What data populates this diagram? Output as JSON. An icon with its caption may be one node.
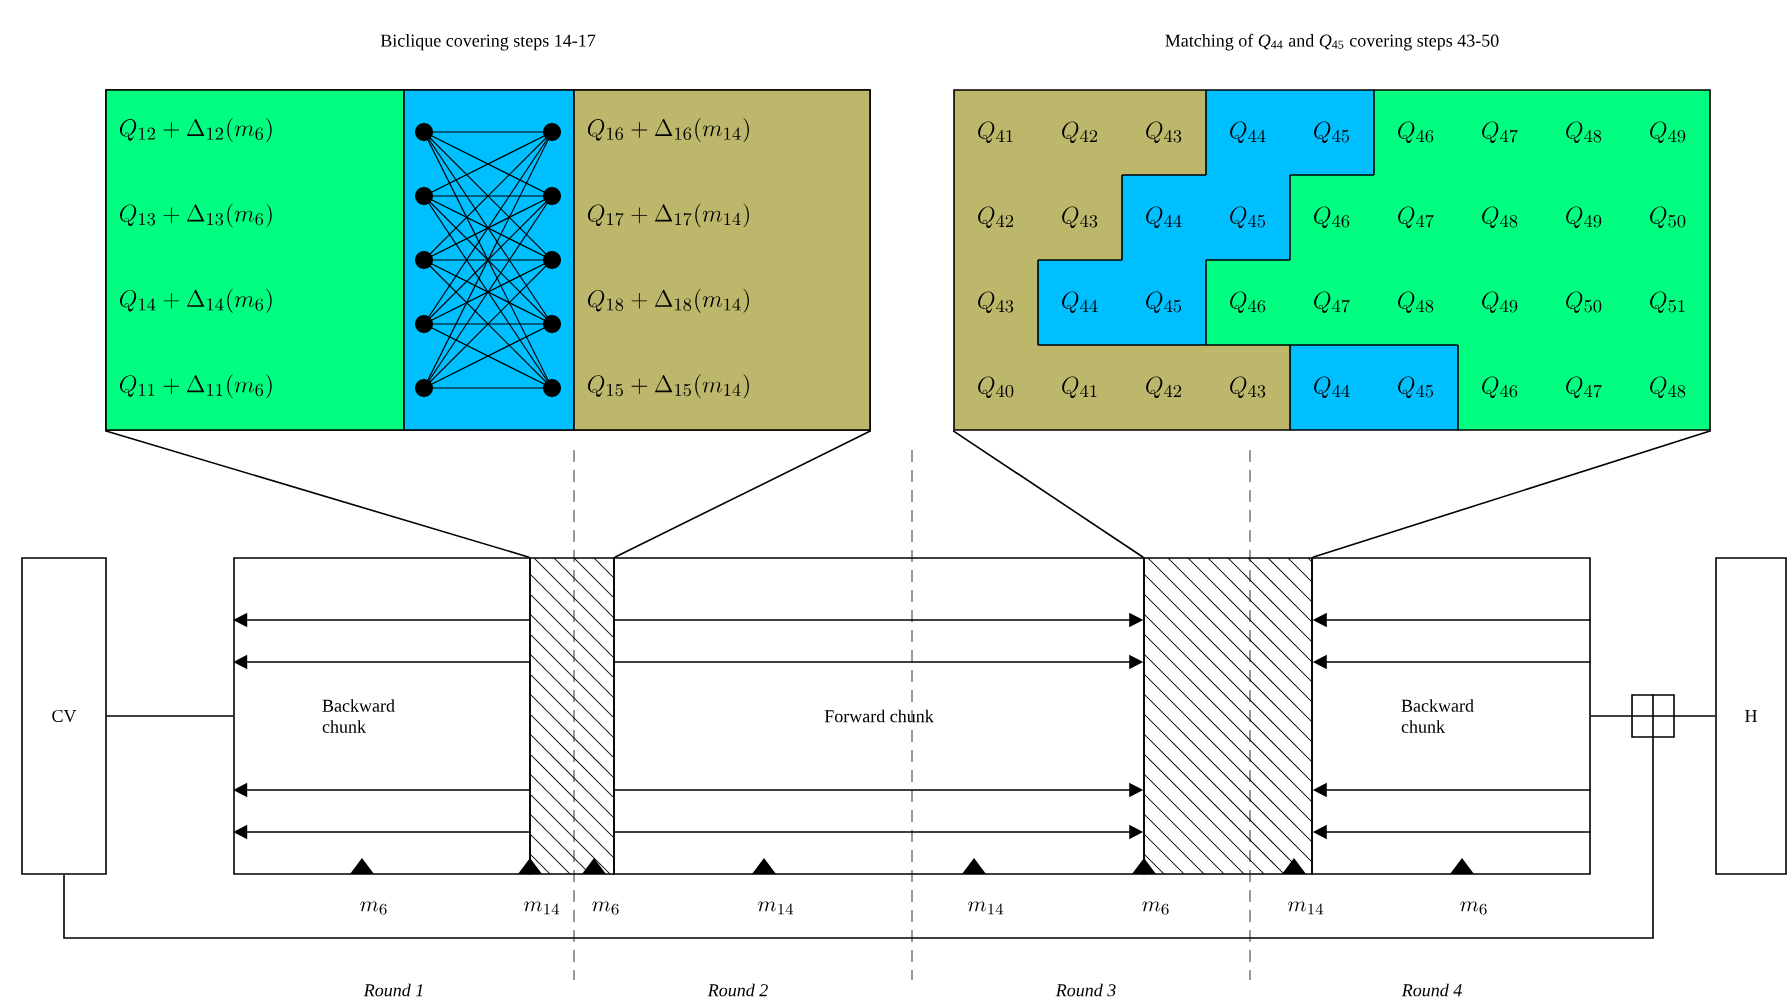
{
  "diagram": {
    "nodes": [
      {
        "text": [
          "CV"
        ]
      },
      {
        "text": [
          "Backward chunk"
        ]
      },
      {
        "text": [],
        "shape": "box"
      },
      {
        "text": [
          "Forward chunk"
        ]
      },
      {
        "text": [],
        "shape": "box"
      },
      {
        "text": [
          "Backward chunk"
        ]
      },
      {
        "text": [],
        "shape": "box"
      },
      {
        "text": [
          "H"
        ]
      },
      {
        "text": [
          "Biclique covering steps 14-17"
        ]
      },
      {
        "text": [
          "Q_{12}+\\Delta_{12}(m_6)",
          "Q_{13}+\\Delta_{13}(m_6)",
          "Q_{14}+\\Delta_{14}(m_6)",
          "Q_{11}+\\Delta_{11}(m_6)"
        ],
        "in": 8
      },
      {
        "text": [],
        "shape": "box",
        "in": 8
      },
      {
        "text": [
          "Q_{16}+\\Delta_{16}(m_{14})",
          "Q_{17}+\\Delta_{17}(m_{14})",
          "Q_{18}+\\Delta_{18}(m_{14})",
          "Q_{15}+\\Delta_{15}(m_{14})"
        ],
        "in": 8
      },
      {
        "text": [
          "Matching of *Q*$_{44}$ and *Q*$_{45}$ covering steps 43-50",
          "Q_{41}",
          "Q_{42}",
          "Q_{43}",
          "Q_{44}",
          "Q_{45}",
          "Q_{46}",
          "Q_{47}",
          "Q_{48}",
          "Q_{49}",
          "Q_{42}",
          "Q_{43}",
          "Q_{44}",
          "Q_{45}",
          "Q_{46}",
          "Q_{47}",
          "Q_{48}",
          "Q_{49}",
          "Q_{50}",
          "Q_{43}",
          "Q_{44}",
          "Q_{45}",
          "Q_{46}",
          "Q_{47}",
          "Q_{48}",
          "Q_{49}",
          "Q_{50}",
          "Q_{51}",
          "Q_{40}",
          "Q_{41}",
          "Q_{42}",
          "Q_{43}",
          "Q_{44}",
          "Q_{45}",
          "Q_{46}",
          "Q_{47}",
          "Q_{48}"
        ]
      }
    ],
    "edges": [
      {
        "from": 0,
        "to": 1,
        "arrow": "none"
      },
      {
        "from": 2,
        "to": 1,
        "arrow": "to"
      },
      {
        "from": 2,
        "to": 1,
        "arrow": "to"
      },
      {
        "from": 2,
        "to": 1,
        "arrow": "to"
      },
      {
        "from": 2,
        "to": 1,
        "arrow": "to"
      },
      {
        "from": 3,
        "to": 4,
        "arrow": "to"
      },
      {
        "from": 3,
        "to": 4,
        "arrow": "to"
      },
      {
        "from": 3,
        "to": 4,
        "arrow": "to"
      },
      {
        "from": 3,
        "to": 4,
        "arrow": "to"
      },
      {
        "from": 5,
        "to": 4,
        "arrow": "to"
      },
      {
        "from": 5,
        "to": 4,
        "arrow": "to"
      },
      {
        "from": 5,
        "to": 4,
        "arrow": "to"
      },
      {
        "from": 5,
        "to": 4,
        "arrow": "to"
      },
      {
        "from": 5,
        "to": 6,
        "arrow": "none"
      },
      {
        "from": 6,
        "to": 7,
        "arrow": "none"
      },
      {
        "from": 0,
        "to": 6,
        "arrow": "none"
      },
      {
        "from": 8,
        "to": 2,
        "arrow": "none"
      },
      {
        "from": 8,
        "to": 2,
        "arrow": "none"
      },
      {
        "from": 12,
        "to": 4,
        "arrow": "none"
      },
      {
        "from": 12,
        "to": 4,
        "arrow": "none"
      }
    ],
    "labels": [
      "m_6",
      "m_{14}",
      "m_6",
      "m_{14}",
      "m_{14}",
      "m_6",
      "m_{14}",
      "m_6",
      "Round 1",
      "Round 2",
      "Round 3",
      "Round 4"
    ]
  }
}
